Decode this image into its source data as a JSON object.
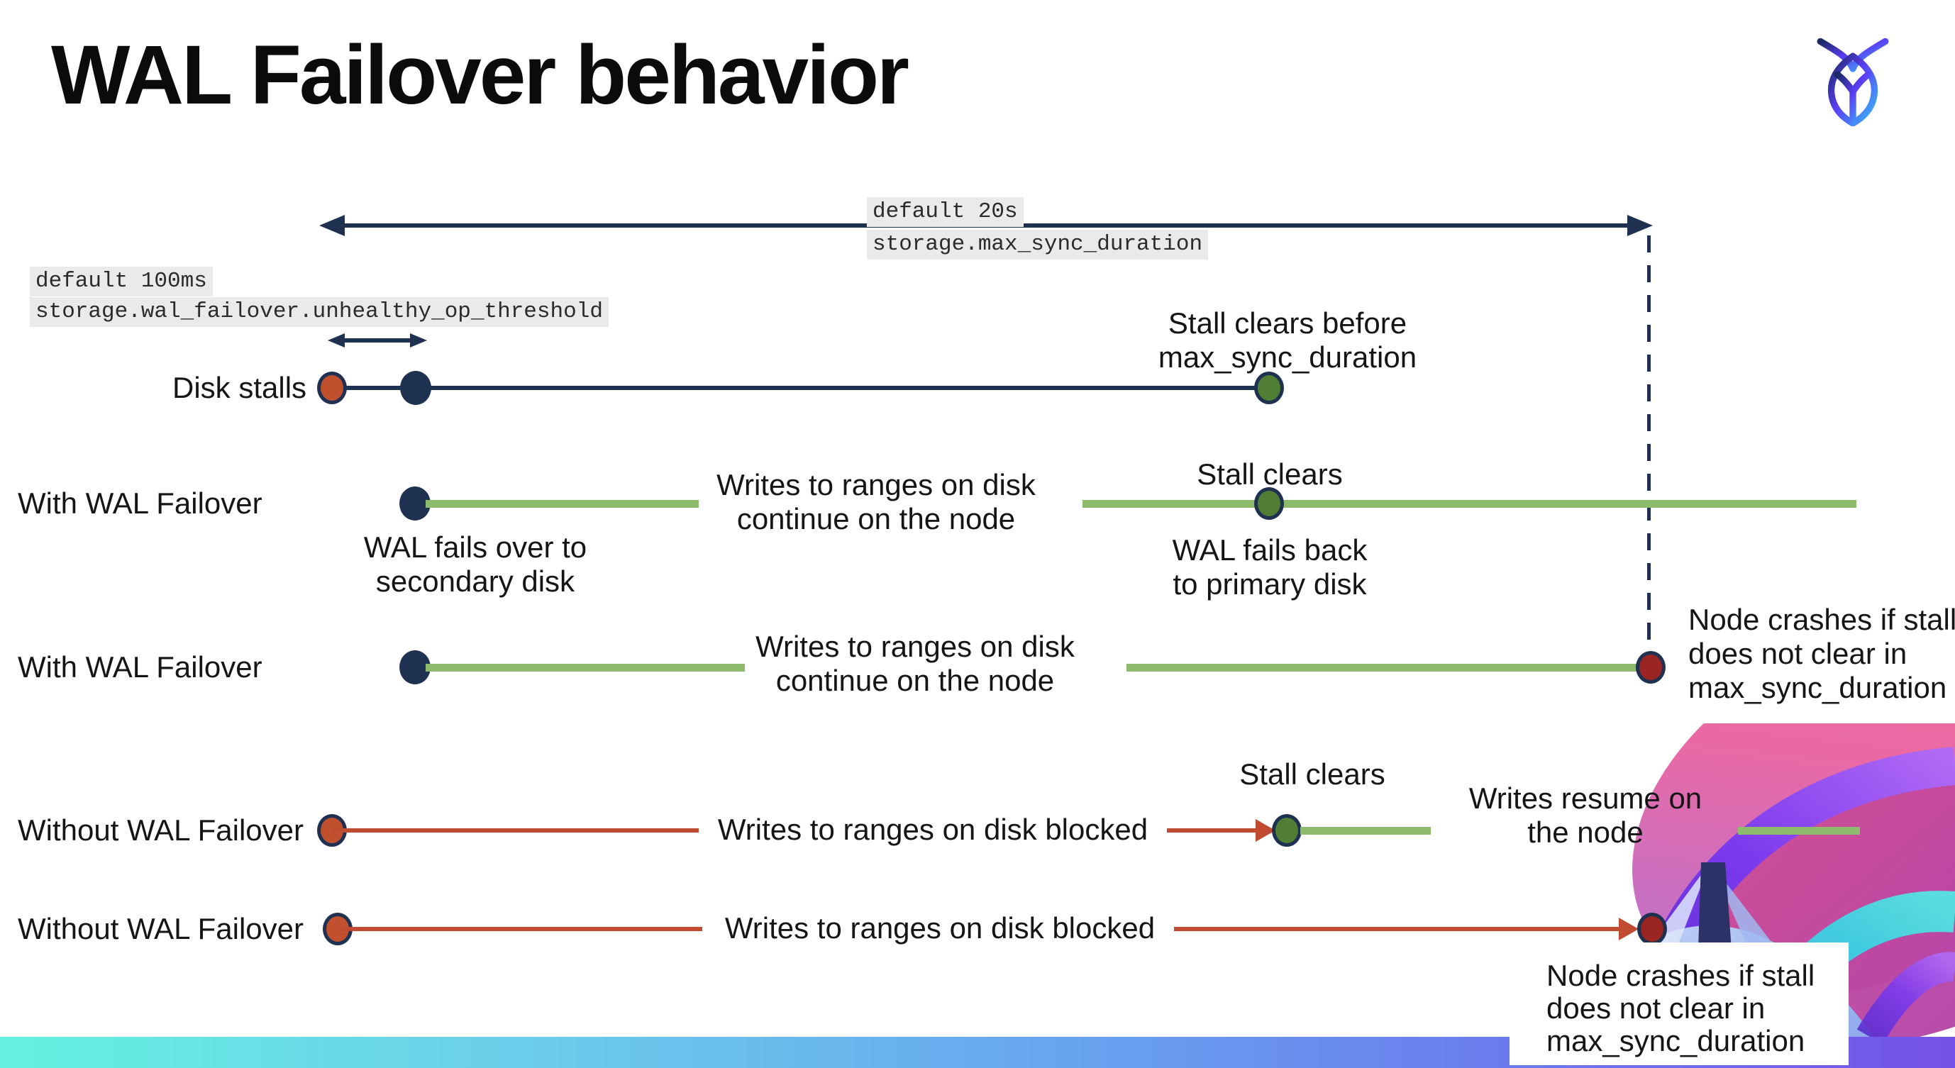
{
  "page": {
    "title": "WAL Failover behavior"
  },
  "logo": {
    "label": "Cockroach Labs logo"
  },
  "settings": {
    "max_sync_duration": {
      "default_value": "default 20s",
      "setting_name": "storage.max_sync_duration"
    },
    "unhealthy_op_threshold": {
      "default_value": "default 100ms",
      "setting_name": "storage.wal_failover.unhealthy_op_threshold"
    }
  },
  "row_labels": {
    "disk_stalls": "Disk stalls",
    "with_wal_failover_1": "With WAL Failover",
    "with_wal_failover_2": "With WAL Failover",
    "without_wal_failover_1": "Without WAL Failover",
    "without_wal_failover_2": "Without WAL Failover"
  },
  "annotations": {
    "stall_clears_before_max_sync": "Stall clears before\nmax_sync_duration",
    "stall_clears_failback": "Stall clears",
    "stall_clears_resume": "Stall clears",
    "wal_fails_over": "WAL fails over to\nsecondary disk",
    "wal_fails_back": "WAL fails  back\nto primary disk",
    "writes_continue_row2": "Writes to ranges on disk\ncontinue on the node",
    "writes_continue_row3": "Writes to ranges on disk\ncontinue on the node",
    "writes_blocked_row4": "Writes to ranges on disk  blocked",
    "writes_blocked_row5": "Writes to ranges on disk  blocked",
    "writes_resume": "Writes resume on\nthe node",
    "node_crashes_row3": "Node crashes if stall\ndoes not clear in\nmax_sync_duration",
    "node_crashes_row5": "Node crashes if stall\ndoes not clear in\nmax_sync_duration"
  },
  "colors": {
    "timeline_navy": "#1F3150",
    "stall_red": "#C1502F",
    "crash_dark_red": "#9B2523",
    "healthy_green_line": "#8CBB6B",
    "clear_green_dot": "#507E35",
    "setting_highlight_bg": "#EAEAEA",
    "footer_gradient": [
      "#64F1E0",
      "#68A4EF",
      "#7452E9"
    ]
  }
}
